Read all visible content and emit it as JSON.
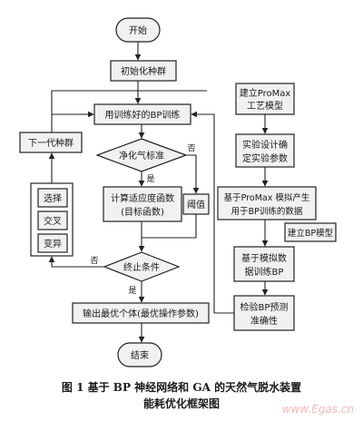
{
  "diagram": {
    "start": "开始",
    "init_population": "初始化种群",
    "bp_train": "用训练好的BP训练",
    "decision_gas": "净化气标准",
    "no_label_1": "否",
    "yes_label_1": "是",
    "fitness_line1": "计算适应度函数",
    "fitness_line2": "(目标函数)",
    "threshold": "阈值",
    "next_gen": "下一代种群",
    "select": "选择",
    "crossover": "交叉",
    "mutation": "变异",
    "decision_stop": "终止条件",
    "no_label_2": "否",
    "yes_label_2": "是",
    "output": "输出最优个体(最优操作参数)",
    "end": "结束",
    "promax_line1": "建立ProMax",
    "promax_line2": "工艺模型",
    "design_line1": "实验设计确",
    "design_line2": "定实验参数",
    "data_line1": "基于ProMax 模拟产生",
    "data_line2": "用于BP训练的数据",
    "build_bp": "建立BP模型",
    "train_line1": "基于模拟数",
    "train_line2": "据训练BP",
    "verify_line1": "检验BP预测",
    "verify_line2": "准确性"
  },
  "caption": {
    "line1": "图 1   基于 BP 神经网络和 GA 的天然气脱水装置",
    "line2": "能耗优化框架图"
  },
  "watermark": "www.Egas.cn",
  "colors": {
    "box_fill": "#f1f1f1",
    "stroke": "#222222",
    "text": "#1a1a1a",
    "watermark": "#f4b8b8"
  }
}
